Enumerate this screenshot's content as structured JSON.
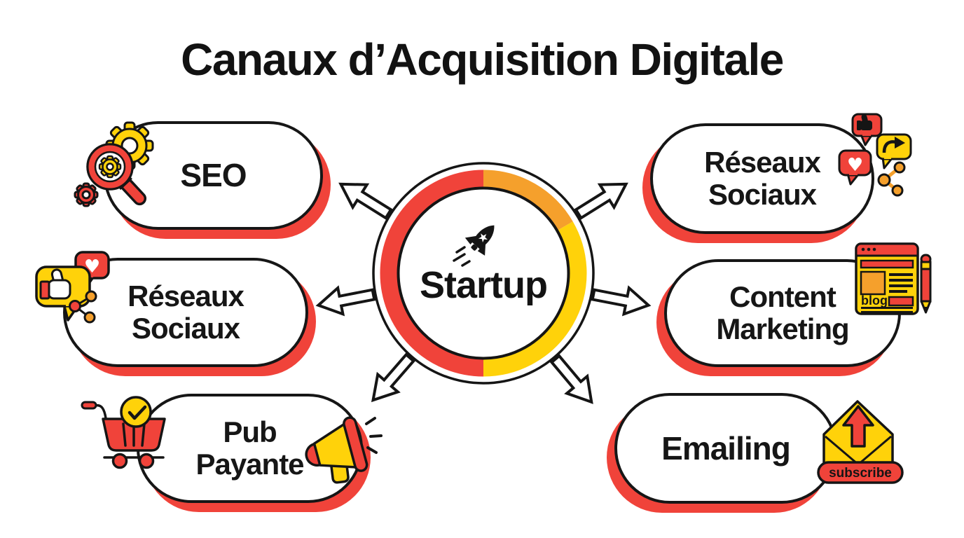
{
  "title": "Canaux d’Acquisition Digitale",
  "center": {
    "label": "Startup",
    "icon": "rocket-icon"
  },
  "channels": [
    {
      "id": "seo",
      "lines": [
        "SEO"
      ],
      "icon": "magnifier-gears-icon"
    },
    {
      "id": "reseaux-sociaux-left",
      "lines": [
        "Réseaux",
        "Sociaux"
      ],
      "icon": "like-heart-share-bubbles-icon"
    },
    {
      "id": "pub-payante",
      "lines": [
        "Pub",
        "Payante"
      ],
      "icon": "cart-check-megaphone-icon"
    },
    {
      "id": "reseaux-sociaux-right",
      "lines": [
        "Réseaux",
        "Sociaux"
      ],
      "icon": "thumb-heart-share-network-icon"
    },
    {
      "id": "content-marketing",
      "lines": [
        "Content",
        "Marketing"
      ],
      "icon": "blog-page-pen-icon"
    },
    {
      "id": "emailing",
      "lines": [
        "Emailing"
      ],
      "icon": "envelope-subscribe-icon"
    }
  ],
  "icon_labels": {
    "blog": "blog",
    "subscribe": "subscribe"
  },
  "icon_glyphs": {
    "heart": "♥",
    "star": "★"
  },
  "ring_segments": [
    {
      "color_name": "red",
      "hex": "#F0433A",
      "degrees": 180
    },
    {
      "color_name": "orange",
      "hex": "#F5A02C",
      "degrees": 60
    },
    {
      "color_name": "yellow",
      "hex": "#FFD20A",
      "degrees": 120
    }
  ],
  "colors": {
    "background": "#FFFFFF",
    "ink": "#151515",
    "red": "#F0433A",
    "orange": "#F5A02C",
    "yellow": "#FFD20A"
  }
}
